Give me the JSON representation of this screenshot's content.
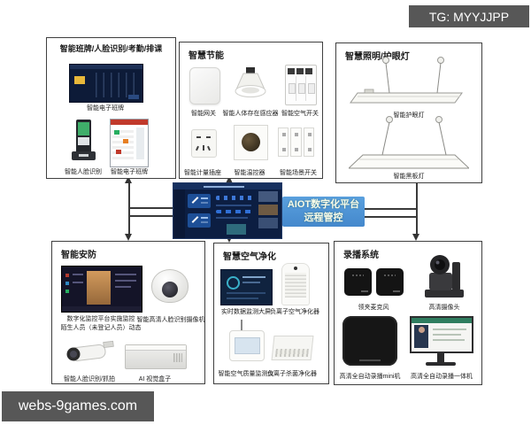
{
  "watermarks": {
    "tg": "TG: MYYJJPP",
    "site": "webs-9games.com"
  },
  "platform": {
    "line1": "AIOT数字化平台",
    "line2": "远程管控"
  },
  "boxes": {
    "banpai": {
      "title": "智能班牌/人脸识别/考勤/排课",
      "cap_screen": "智能电子班牌",
      "cap_face": "智能人脸识别",
      "cap_sign": "智能电子班牌"
    },
    "energy": {
      "title": "智慧节能",
      "cap_gateway": "智能网关",
      "cap_sensor": "智能人体存在感应器",
      "cap_breaker": "智能空气开关",
      "cap_socket": "智能计量插座",
      "cap_thermostat": "智能温控器",
      "cap_scene": "智能场景开关"
    },
    "lighting": {
      "title": "智慧照明/护眼灯",
      "cap_eyelamp": "智能护眼灯",
      "cap_boardlamp": "智能黑板灯"
    },
    "security": {
      "title": "智能安防",
      "cap_monitor1": "数字化监控平台实施监控",
      "cap_monitor2": "陌生人员（未登记人员）动态",
      "cap_dome": "智能高清人脸识别摄像机",
      "cap_bullet": "智能人脸识别/抓拍",
      "cap_aibox": "AI 视觉盒子"
    },
    "air": {
      "title": "智慧空气净化",
      "cap_screen": "实时数据监测大屏",
      "cap_purifier": "负离子空气净化器",
      "cap_monitor": "智能空气质量监测仪",
      "cap_sterilizer": "负离子杀菌净化器"
    },
    "recording": {
      "title": "录播系统",
      "cap_mic": "领夹麦克风",
      "cap_camera": "高清摄像头",
      "cap_mini": "高清全自动录播mini机",
      "cap_aio": "高清全自动录播一体机"
    }
  },
  "colors": {
    "accent_blue": "#4a90d2",
    "line": "#333333",
    "watermark_bg": "#575757"
  }
}
